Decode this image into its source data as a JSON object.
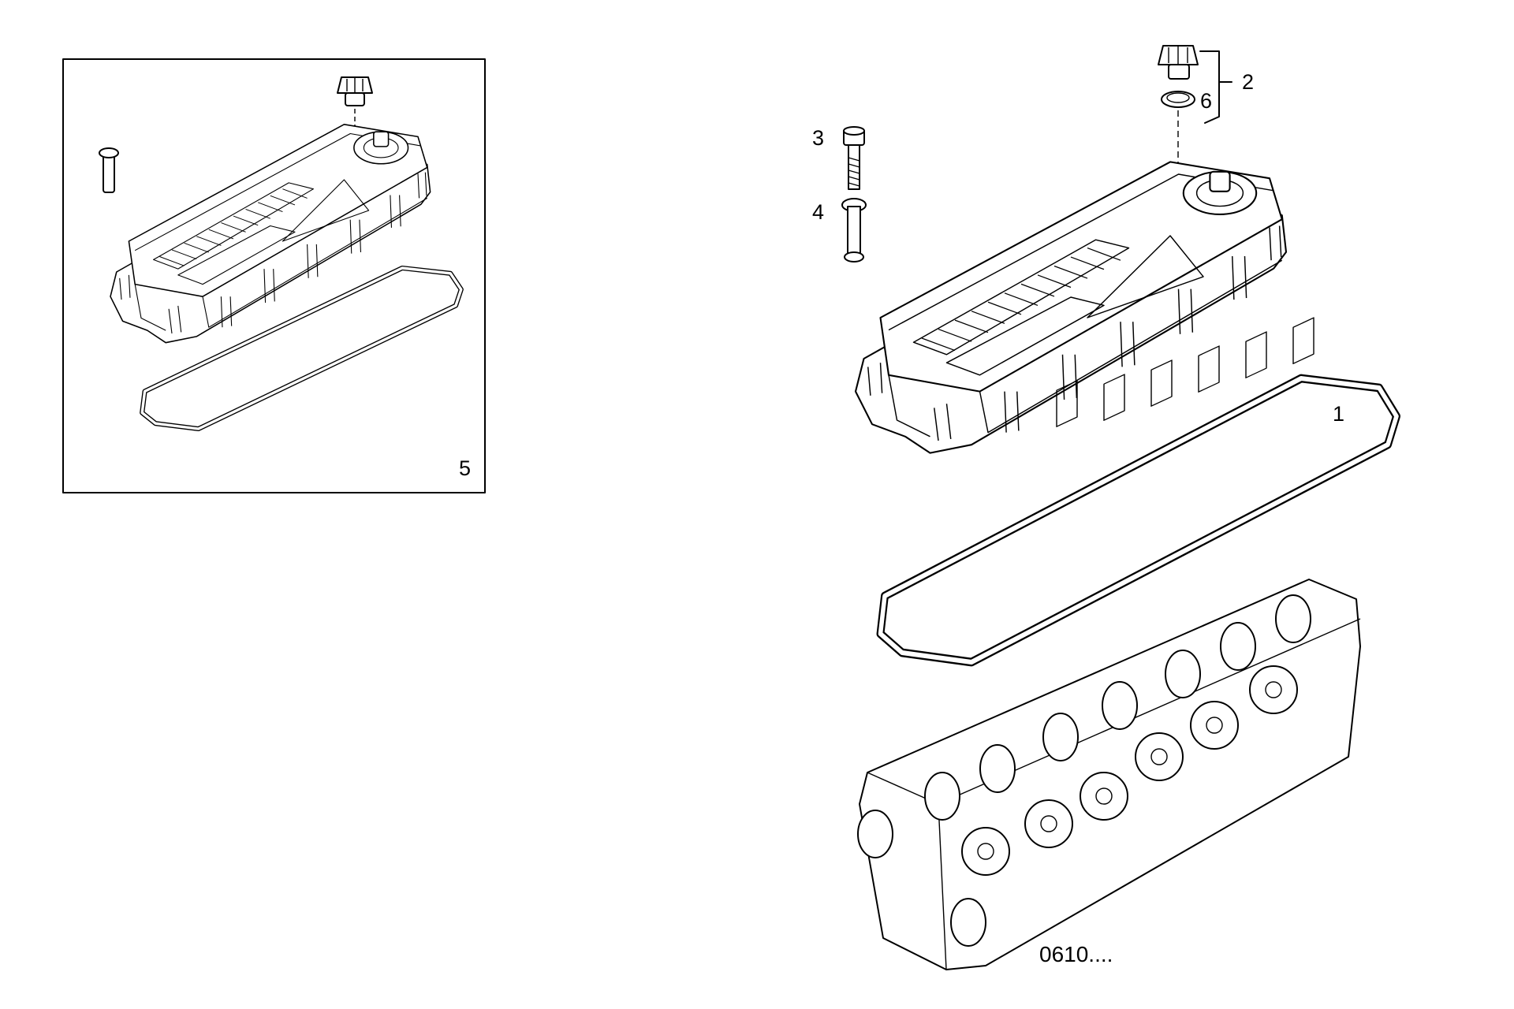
{
  "diagram": {
    "reference_code": "0610....",
    "callouts": {
      "item_1": "1",
      "item_2": "2",
      "item_3": "3",
      "item_4": "4",
      "item_5": "5",
      "item_6": "6"
    }
  }
}
